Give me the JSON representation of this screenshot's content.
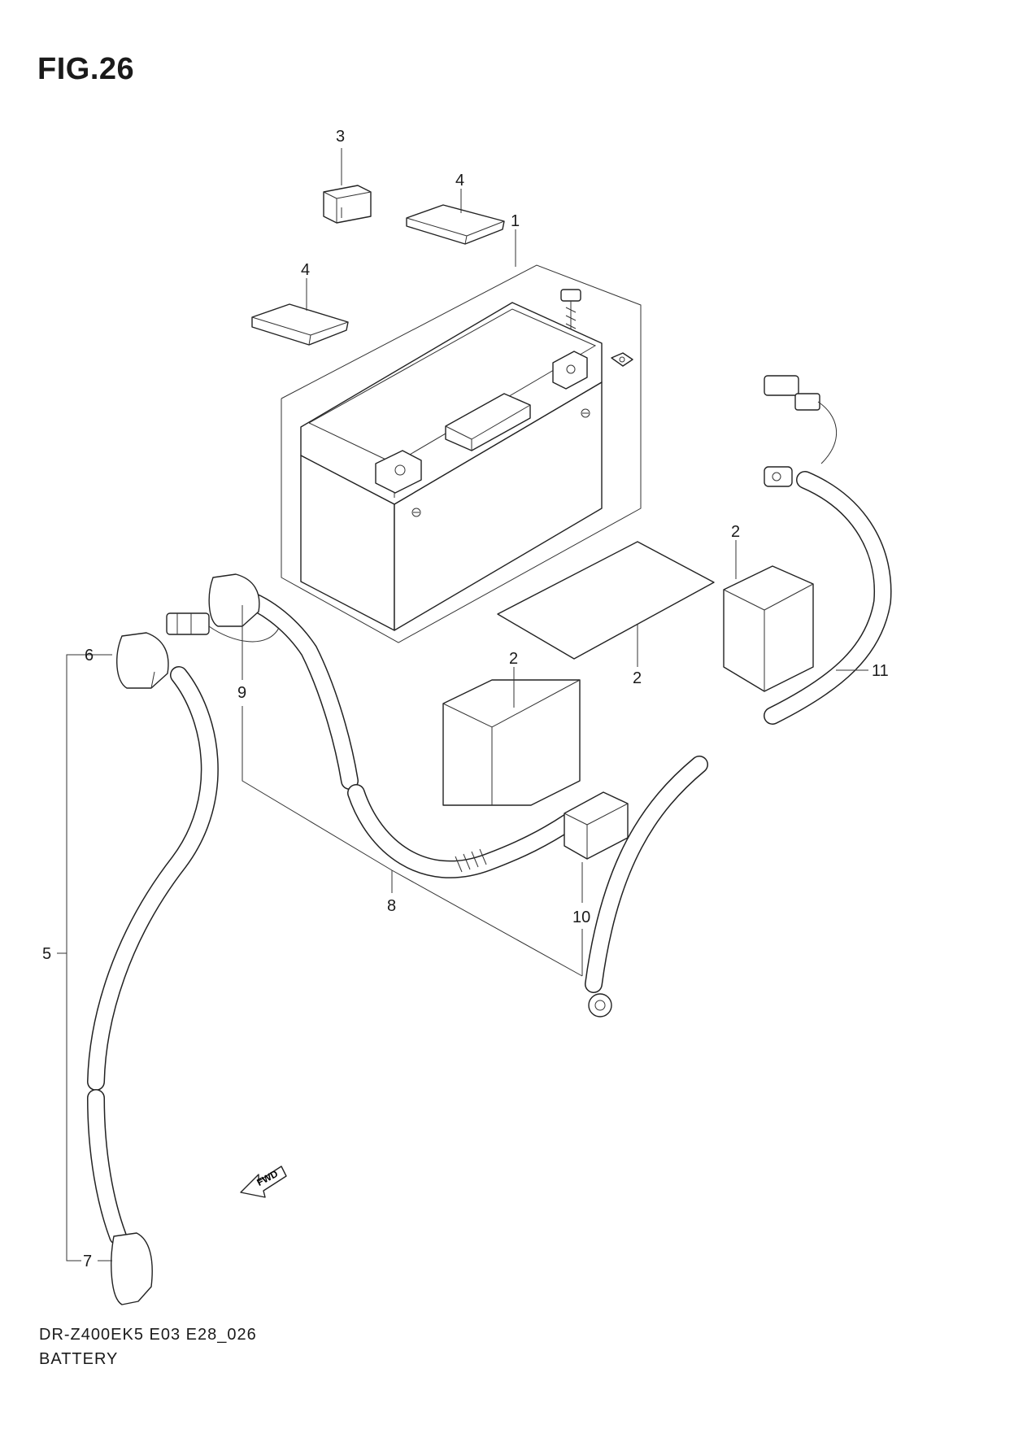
{
  "figure": {
    "title": "FIG.26",
    "model_code": "DR-Z400EK5 E03 E28_026",
    "section_name": "BATTERY"
  },
  "callouts": {
    "c1": "1",
    "c2a": "2",
    "c2b": "2",
    "c2c": "2",
    "c3": "3",
    "c4a": "4",
    "c4b": "4",
    "c5": "5",
    "c6": "6",
    "c7": "7",
    "c8": "8",
    "c9": "9",
    "c10": "10",
    "c11": "11"
  },
  "fwd_label": "FWD"
}
